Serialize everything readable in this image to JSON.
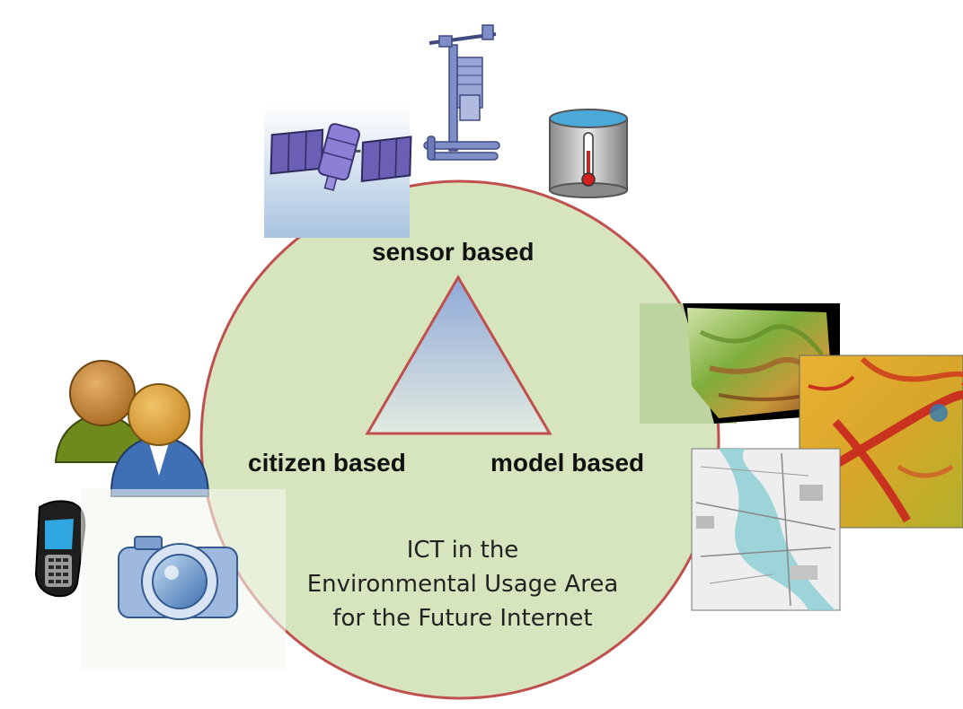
{
  "diagram": {
    "labels": {
      "sensor": "sensor based",
      "citizen": "citizen based",
      "model": "model based"
    },
    "caption_lines": [
      "ICT in the",
      "Environmental Usage Area",
      "for the Future Internet"
    ],
    "colors": {
      "circle_fill": "#d7e5bf",
      "circle_stroke": "#c0504d",
      "triangle_top": "#8fa8d8",
      "triangle_bottom": "#e2ebe0"
    },
    "icons": [
      "satellite-icon",
      "weather-station-icon",
      "water-tank-thermometer-icon",
      "terrain-3d-map-icon",
      "heat-map-icon",
      "topographic-map-icon",
      "users-icon",
      "mobile-phone-icon",
      "camera-icon"
    ]
  }
}
